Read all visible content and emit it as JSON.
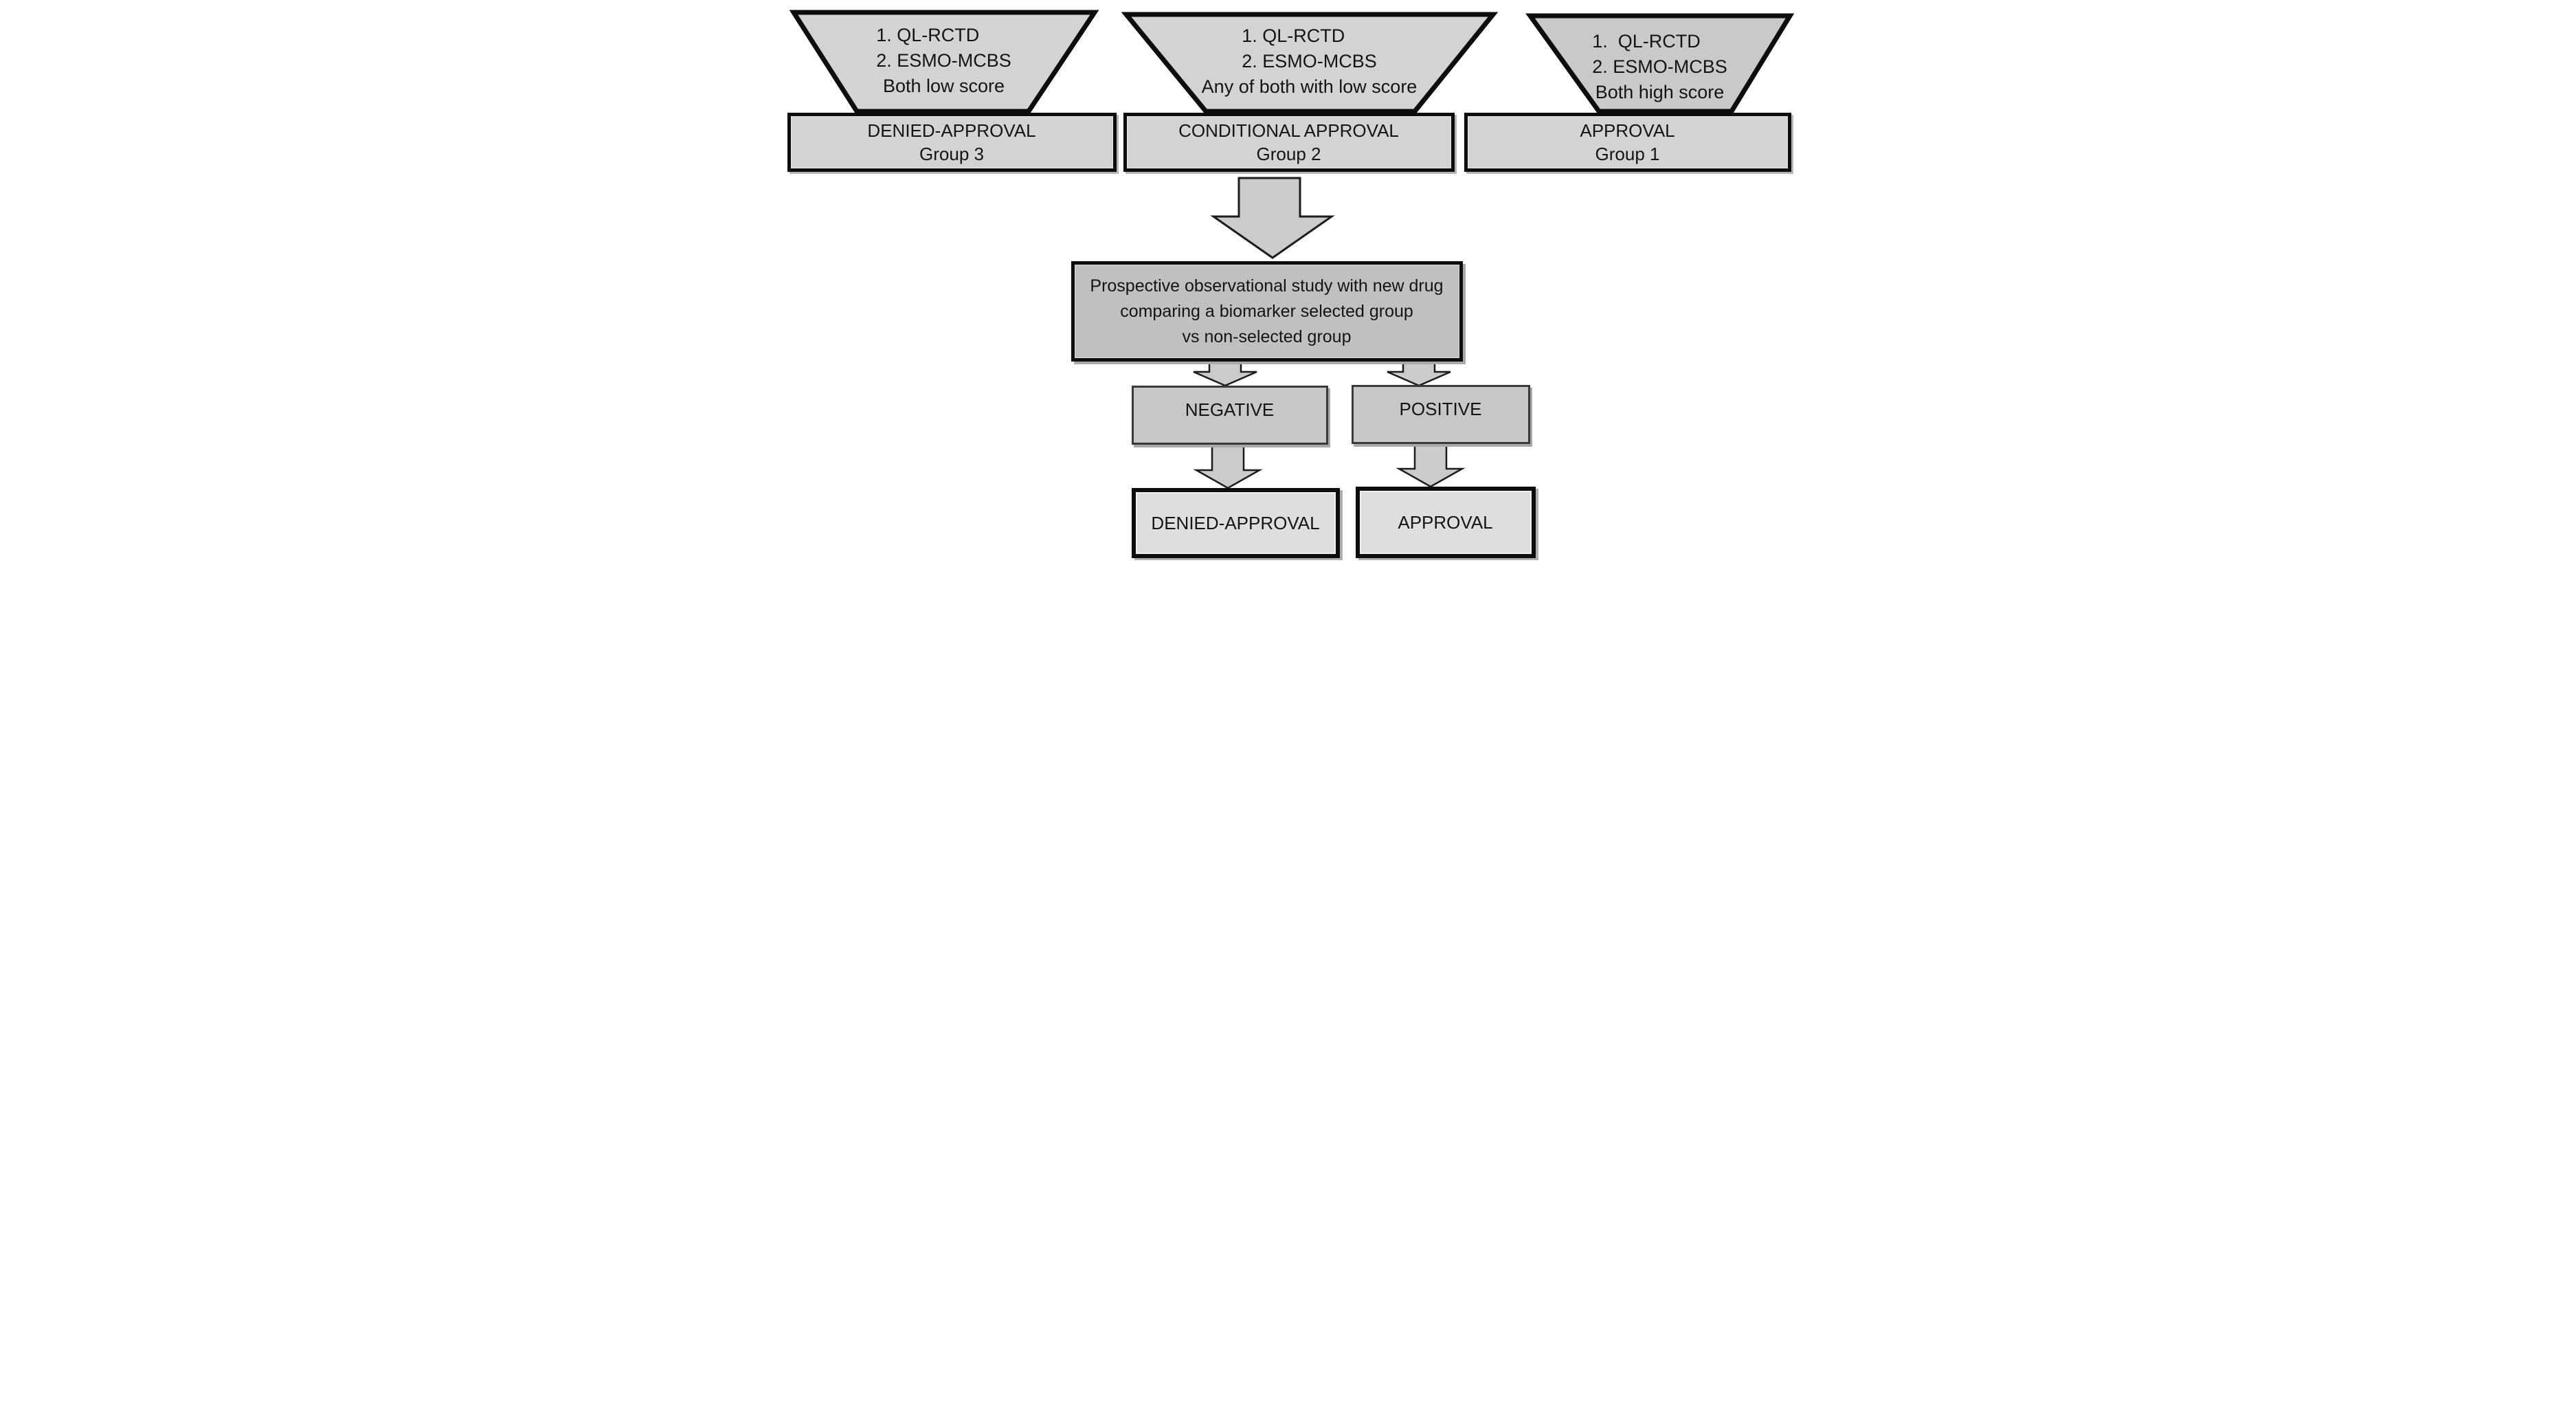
{
  "colors": {
    "background": "#ffffff",
    "funnel_fill": "#d3d3d3",
    "funnel_fill_dark": "#c9c9c9",
    "box_fill": "#d3d3d3",
    "study_fill": "#c0c0c0",
    "result_fill": "#c7c7c7",
    "final_fill": "#dedede",
    "arrow_fill": "#cbcbcb",
    "border": "#0d0d0d",
    "text": "#141414"
  },
  "funnels": [
    {
      "criteria": [
        "1. QL-RCTD",
        "2. ESMO-MCBS"
      ],
      "condition": "Both low score",
      "outcome_title": "DENIED-APPROVAL",
      "outcome_group": "Group 3"
    },
    {
      "criteria": [
        "1. QL-RCTD",
        "2. ESMO-MCBS"
      ],
      "condition": "Any of both with low score",
      "outcome_title": "CONDITIONAL APPROVAL",
      "outcome_group": "Group 2"
    },
    {
      "criteria": [
        "1.  QL-RCTD",
        "2. ESMO-MCBS"
      ],
      "condition": "Both high score",
      "outcome_title": "APPROVAL",
      "outcome_group": "Group 1"
    }
  ],
  "study_box": {
    "line1": "Prospective observational study with new drug",
    "line2": "comparing a biomarker selected group",
    "line3": "vs non-selected group"
  },
  "results": {
    "negative": "NEGATIVE",
    "positive": "POSITIVE",
    "negative_outcome": "DENIED-APPROVAL",
    "positive_outcome": "APPROVAL"
  }
}
